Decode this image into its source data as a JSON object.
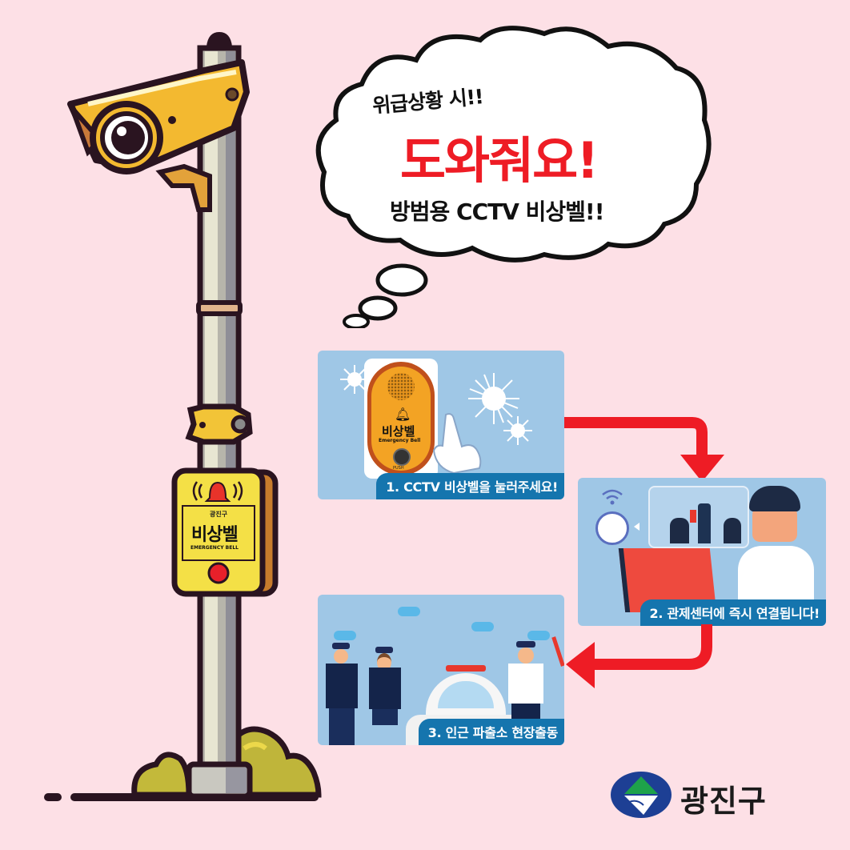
{
  "speech_bubble": {
    "line1": "위급상황 시!!",
    "headline": "도와줘요!",
    "line3": "방범용 CCTV 비상벨!!"
  },
  "pole_bell_box": {
    "brand": "광진구",
    "label": "비상벨",
    "sublabel": "EMERGENCY BELL"
  },
  "steps": [
    {
      "caption": "1. CCTV 비상벨을 눌러주세요!",
      "device_label": "비상벨",
      "device_sublabel": "Emergency Bell",
      "device_push": "PUSH"
    },
    {
      "caption": "2. 관제센터에 즉시 연결됩니다!"
    },
    {
      "caption": "3. 인근 파출소 현장출동"
    }
  ],
  "footer_logo": {
    "text": "광진구"
  },
  "colors": {
    "background": "#fde0e6",
    "headline_red": "#ee1c25",
    "arrow_red": "#ee1c25",
    "panel_blue": "#9fc7e6",
    "caption_blue": "#1575ae",
    "camera_yellow": "#f3b930",
    "logo_blue": "#1d3f94",
    "logo_green": "#1ea24a"
  }
}
